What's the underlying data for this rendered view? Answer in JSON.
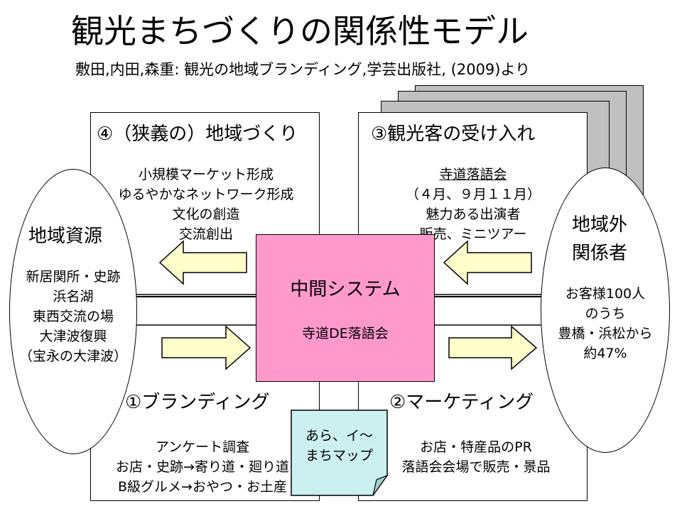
{
  "title": "観光まちづくりの関係性モデル",
  "subtitle": "敷田,内田,森重: 観光の地域ブランディング,学芸出版社, (2009)より",
  "box4": {
    "heading": "④（狭義の）地域づくり",
    "lines": [
      "小規模マーケット形成",
      "ゆるやかなネットワーク形成",
      "文化の創造",
      "交流創出"
    ]
  },
  "box3": {
    "heading": "③観光客の受け入れ",
    "lines": [
      "寺道落語会",
      "（４月、９月１１月）",
      "魅力ある出演者",
      "販売、ミニツアー"
    ]
  },
  "box1": {
    "heading": "①ブランディング",
    "lines": [
      "アンケート調査",
      "お店・史跡→寄り道・廻り道",
      "B級グルメ→おやつ・お土産"
    ]
  },
  "box2": {
    "heading": "②マーケティング",
    "lines": [
      "お店・特産品のPR",
      "落語会会場で販売・景品"
    ]
  },
  "local_resources": {
    "heading": "地域資源",
    "lines": [
      "新居関所・史跡",
      "浜名湖",
      "東西交流の場",
      "大津波復興",
      "（宝永の大津波）"
    ]
  },
  "outside_parties": {
    "heading_line1": "地域外",
    "heading_line2": "関係者",
    "lines": [
      "お客様100人",
      "のうち",
      "豊橋・浜松から",
      "約47%"
    ]
  },
  "middle_system": {
    "heading": "中間システム",
    "sub": "寺道DE落語会"
  },
  "map_note": {
    "line1": "あら、イ～",
    "line2": "まちマップ"
  },
  "colors": {
    "center_fill": "#ff99cc",
    "arrow_fill": "#ffffcc",
    "note_fill": "#ccf0f0",
    "shadow_fill": "#c0c0c0"
  }
}
